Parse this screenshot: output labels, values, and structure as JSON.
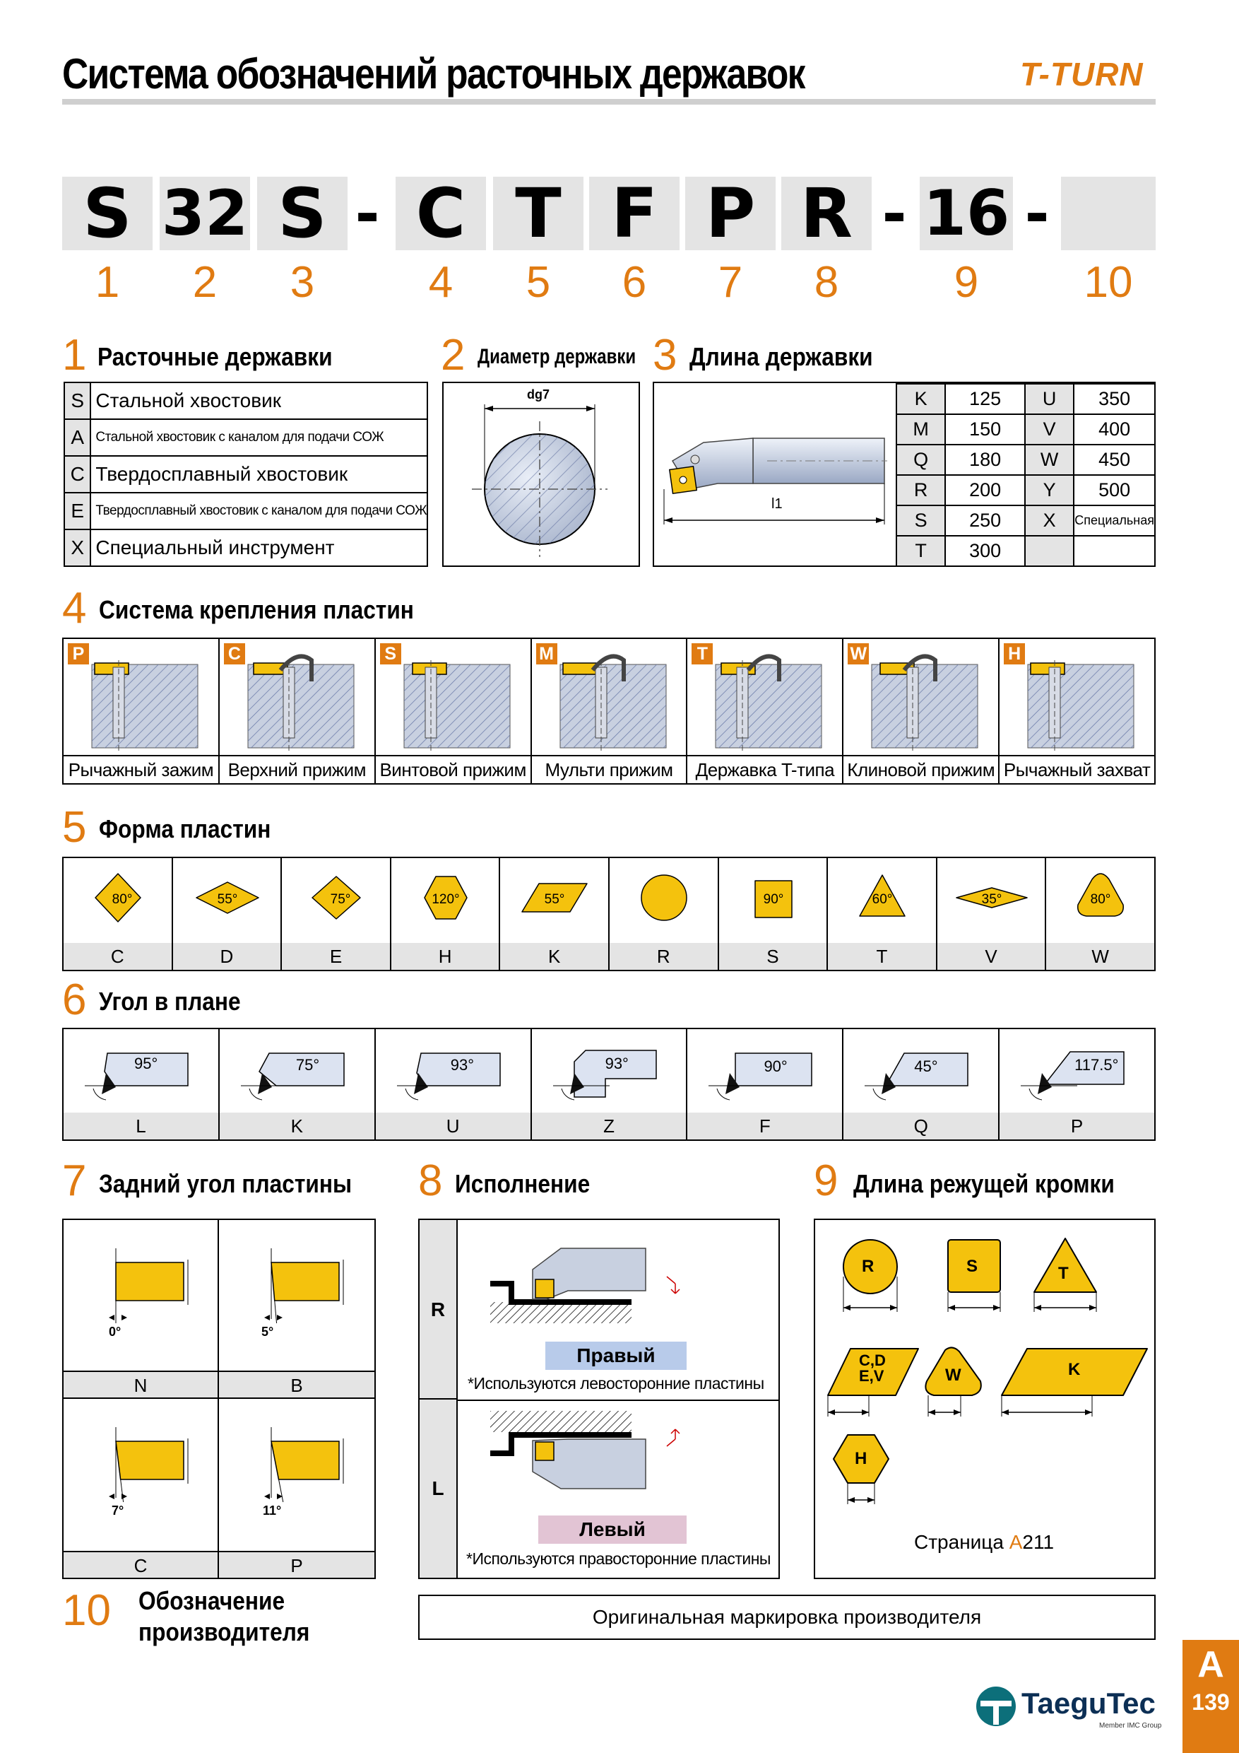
{
  "header": {
    "title": "Система обозначений расточных державок",
    "brand": "T-TURN"
  },
  "code": {
    "segments": [
      "S",
      "32",
      "S",
      "C",
      "T",
      "F",
      "P",
      "R",
      "16",
      ""
    ],
    "dash": "-",
    "numbers": [
      "1",
      "2",
      "3",
      "4",
      "5",
      "6",
      "7",
      "8",
      "9",
      "10"
    ]
  },
  "sec1": {
    "num": "1",
    "title": "Расточные державки",
    "rows": [
      {
        "code": "S",
        "desc": "Стальной хвостовик"
      },
      {
        "code": "A",
        "desc": "Стальной хвостовик с каналом для подачи СОЖ"
      },
      {
        "code": "C",
        "desc": "Твердосплавный хвостовик"
      },
      {
        "code": "E",
        "desc": "Твердосплавный хвостовик с каналом для подачи СОЖ"
      },
      {
        "code": "X",
        "desc": "Специальный инструмент"
      }
    ]
  },
  "sec2": {
    "num": "2",
    "title": "Диаметр державки",
    "dim_label": "dg7"
  },
  "sec3": {
    "num": "3",
    "title": "Длина державки",
    "dim_label": "l1",
    "rows": [
      {
        "k1": "K",
        "v1": "125",
        "k2": "U",
        "v2": "350"
      },
      {
        "k1": "M",
        "v1": "150",
        "k2": "V",
        "v2": "400"
      },
      {
        "k1": "Q",
        "v1": "180",
        "k2": "W",
        "v2": "450"
      },
      {
        "k1": "R",
        "v1": "200",
        "k2": "Y",
        "v2": "500"
      },
      {
        "k1": "S",
        "v1": "250",
        "k2": "X",
        "v2": "Специальная"
      },
      {
        "k1": "T",
        "v1": "300",
        "k2": "",
        "v2": ""
      }
    ]
  },
  "sec4": {
    "num": "4",
    "title": "Система крепления пластин",
    "items": [
      {
        "code": "P",
        "label": "Рычажный зажим"
      },
      {
        "code": "C",
        "label": "Верхний прижим"
      },
      {
        "code": "S",
        "label": "Винтовой прижим"
      },
      {
        "code": "M",
        "label": "Мульти прижим"
      },
      {
        "code": "T",
        "label": "Державка T-типа"
      },
      {
        "code": "W",
        "label": "Клиновой прижим"
      },
      {
        "code": "H",
        "label": "Рычажный захват"
      }
    ]
  },
  "sec5": {
    "num": "5",
    "title": "Форма пластин",
    "items": [
      {
        "code": "C",
        "angle": "80°"
      },
      {
        "code": "D",
        "angle": "55°"
      },
      {
        "code": "E",
        "angle": "75°"
      },
      {
        "code": "H",
        "angle": "120°"
      },
      {
        "code": "K",
        "angle": "55°"
      },
      {
        "code": "R",
        "angle": ""
      },
      {
        "code": "S",
        "angle": "90°"
      },
      {
        "code": "T",
        "angle": "60°"
      },
      {
        "code": "V",
        "angle": "35°"
      },
      {
        "code": "W",
        "angle": "80°"
      }
    ]
  },
  "sec6": {
    "num": "6",
    "title": "Угол в плане",
    "items": [
      {
        "code": "L",
        "angle": "95°"
      },
      {
        "code": "K",
        "angle": "75°"
      },
      {
        "code": "U",
        "angle": "93°"
      },
      {
        "code": "Z",
        "angle": "93°"
      },
      {
        "code": "F",
        "angle": "90°"
      },
      {
        "code": "Q",
        "angle": "45°"
      },
      {
        "code": "P",
        "angle": "117.5°"
      }
    ]
  },
  "sec7": {
    "num": "7",
    "title": "Задний угол пластины",
    "items": [
      {
        "code": "N",
        "angle": "0°"
      },
      {
        "code": "B",
        "angle": "5°"
      },
      {
        "code": "C",
        "angle": "7°"
      },
      {
        "code": "P",
        "angle": "11°"
      }
    ]
  },
  "sec8": {
    "num": "8",
    "title": "Исполнение",
    "right": {
      "code": "R",
      "label": "Правый",
      "note": "*Используются левосторонние пластины"
    },
    "left": {
      "code": "L",
      "label": "Левый",
      "note": "*Используются правосторонние пластины"
    }
  },
  "sec9": {
    "num": "9",
    "title": "Длина режущей кромки",
    "shapes": [
      "R",
      "S",
      "T",
      "C,D\nE,V",
      "W",
      "K",
      "H"
    ],
    "page_ref_prefix": "Страница ",
    "page_ref_accent": "A",
    "page_ref_num": "211"
  },
  "sec10": {
    "num": "10",
    "title_line1": "Обозначение",
    "title_line2": "производителя",
    "box_text": "Оригинальная маркировка производителя"
  },
  "footer": {
    "tab_letter": "A",
    "tab_page": "139",
    "logo_text": "TaeguTec",
    "logo_sub": "Member IMC Group"
  },
  "colors": {
    "accent": "#e07b12",
    "insert": "#f4c20d",
    "grey": "#e4e4e4",
    "steel": "#c8d0e0"
  }
}
